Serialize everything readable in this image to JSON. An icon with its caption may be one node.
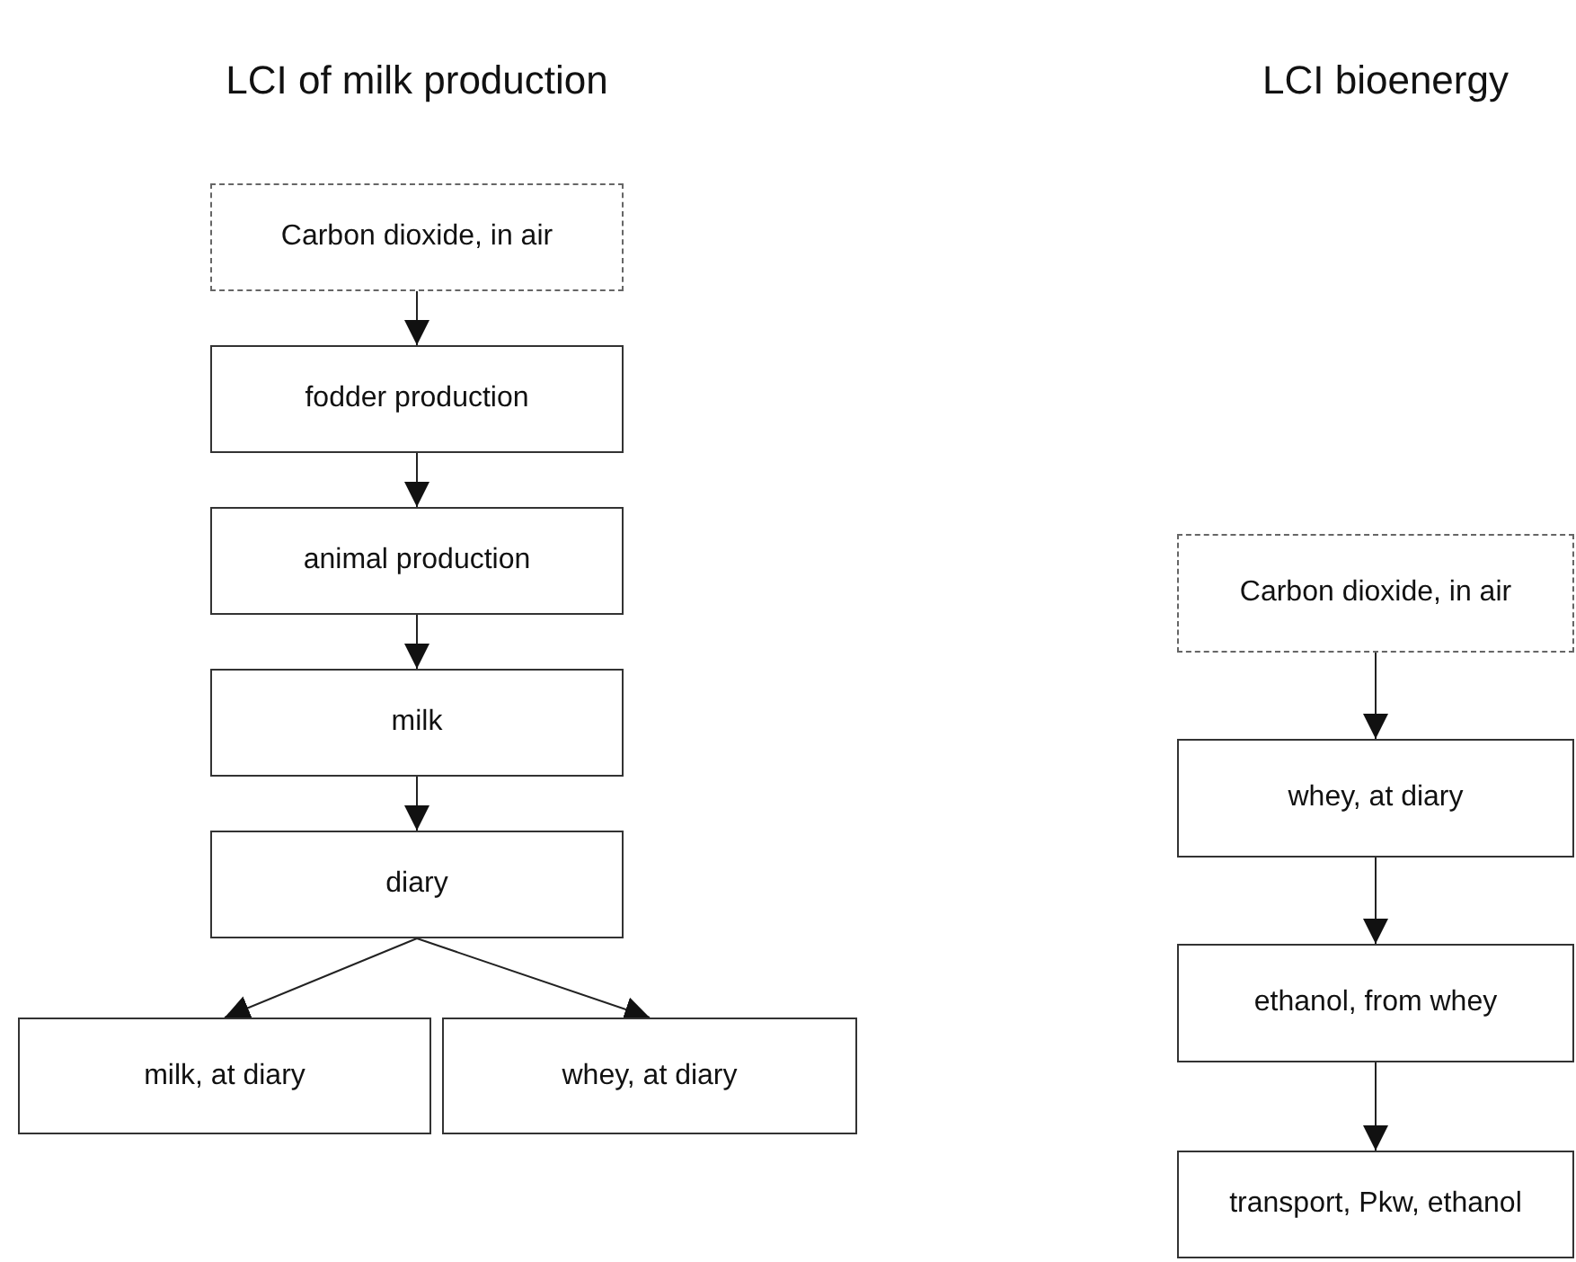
{
  "diagram": {
    "nodes": [
      {
        "text": [
          "Carbon dioxide, in air"
        ]
      },
      {
        "text": [
          "fodder production"
        ]
      },
      {
        "text": [
          "animal production"
        ]
      },
      {
        "text": [
          "milk"
        ]
      },
      {
        "text": [
          "diary"
        ]
      },
      {
        "text": [
          "milk, at diary"
        ]
      },
      {
        "text": [
          "whey, at diary"
        ]
      },
      {
        "text": [
          "Carbon dioxide, in air"
        ]
      },
      {
        "text": [
          "whey, at diary"
        ]
      },
      {
        "text": [
          "ethanol, from whey"
        ]
      },
      {
        "text": [
          "transport, Pkw, ethanol"
        ]
      }
    ],
    "edges": [
      {
        "from": 0,
        "to": 1,
        "arrow": "to"
      },
      {
        "from": 1,
        "to": 2,
        "arrow": "to"
      },
      {
        "from": 2,
        "to": 3,
        "arrow": "to"
      },
      {
        "from": 3,
        "to": 4,
        "arrow": "to"
      },
      {
        "from": 4,
        "to": 5,
        "arrow": "to"
      },
      {
        "from": 4,
        "to": 6,
        "arrow": "to"
      },
      {
        "from": 7,
        "to": 8,
        "arrow": "to"
      },
      {
        "from": 8,
        "to": 9,
        "arrow": "to"
      },
      {
        "from": 9,
        "to": 10,
        "arrow": "to"
      }
    ],
    "labels": [
      "LCI of milk production",
      "LCI bioenergy"
    ]
  }
}
